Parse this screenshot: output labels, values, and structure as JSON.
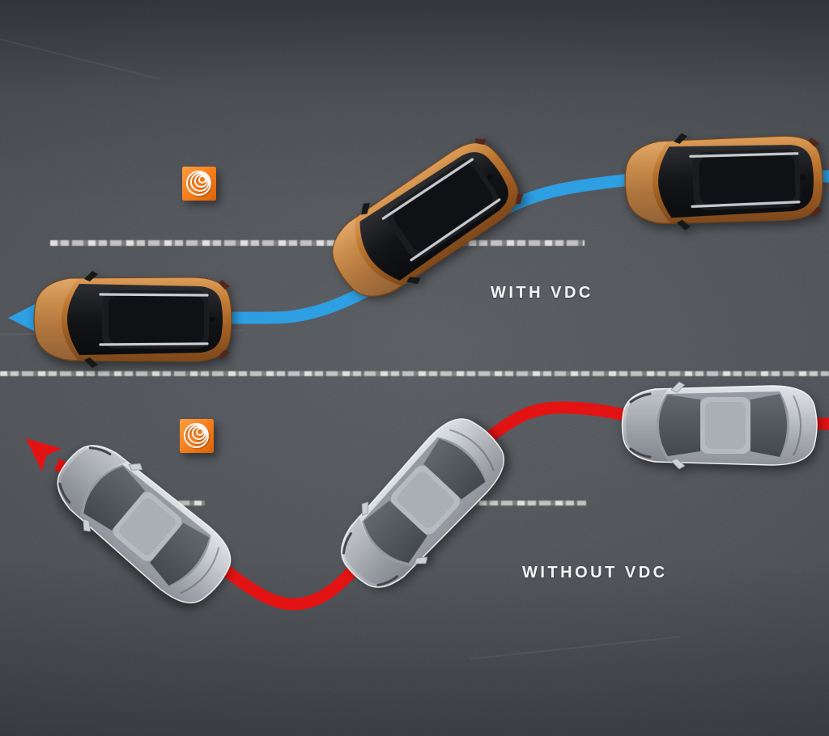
{
  "diagram": {
    "scenarios": [
      {
        "id": "with-vdc",
        "label": "WITH VDC",
        "path_color": "#2e9fe2",
        "path_shape": "smooth S-curve avoidance, arrow exits left",
        "car_body_color": "#b9732f",
        "car_roof_color": "#141518",
        "car_positions_shown": 3
      },
      {
        "id": "without-vdc",
        "label": "WITHOUT VDC",
        "path_color": "#e41313",
        "path_shape": "oscillating skid wave, arrow exits upper-left",
        "car_body_color": "#b7bbc1",
        "car_glass_color": "#54585f",
        "car_positions_shown": 3
      }
    ],
    "obstacle_marker": {
      "count": 2,
      "color": "#f07c1c",
      "glyph": "concentric-white-rings"
    },
    "road": {
      "surface_color": "#4b4e53",
      "lane_marking_color": "#dcdcda"
    }
  }
}
